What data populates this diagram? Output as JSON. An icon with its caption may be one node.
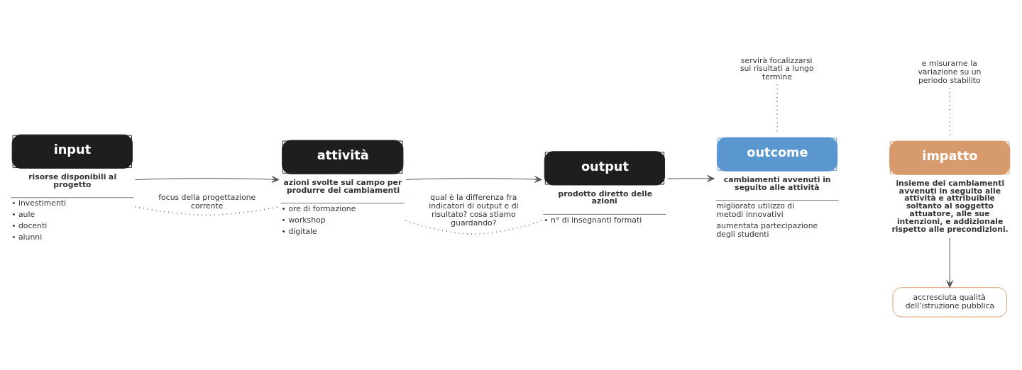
{
  "diagram": {
    "nodes": [
      {
        "text": [
          "input"
        ],
        "beside": [
          "risorse disponibili al progetto",
          "• investimenti",
          "• aule",
          "• docenti",
          "• alunni"
        ]
      },
      {
        "text": [
          "attività"
        ],
        "beside": [
          "azioni svolte sul campo per produrre dei cambiamenti",
          "• ore di formazione",
          "• workshop",
          "• digitale"
        ]
      },
      {
        "text": [
          "output"
        ],
        "beside": [
          "prodotto diretto delle azioni",
          "• n° di insegnanti formati"
        ]
      },
      {
        "text": [
          "outcome"
        ],
        "beside": [
          "cambiamenti avvenuti in seguito alle attività",
          "migliorato utilizzo di metodi innovativi",
          "aumentata partecipazione degli studenti"
        ]
      },
      {
        "text": [
          "impatto"
        ],
        "beside": [
          "insieme dei cambiamenti avvenuti in seguito alle attività e attribuibile soltanto al soggetto attuatore, alle sue intenzioni, e addizionale rispetto alle precondizioni."
        ]
      },
      {
        "text": [
          "servirà focalizzarsi sui risultati a lungo termine"
        ]
      },
      {
        "text": [
          "e misurarne la variazione su un periodo stabilito"
        ]
      },
      {
        "text": [
          "accresciuta qualità dell’istruzione pubblica"
        ]
      }
    ],
    "edges": [
      {
        "from": 0,
        "to": 1,
        "arrow": "to"
      },
      {
        "from": 1,
        "to": 2,
        "arrow": "to"
      },
      {
        "from": 2,
        "to": 3,
        "arrow": "to"
      },
      {
        "from": 0,
        "to": 1,
        "arrow": "none",
        "style": "dashed",
        "label": "focus della progettazione corrente"
      },
      {
        "from": 1,
        "to": 2,
        "arrow": "none",
        "style": "dashed",
        "label": "qual è la differenza fra indicatori di output e di risultato? cosa stiamo guardando?"
      },
      {
        "from": 5,
        "to": 3,
        "arrow": "none",
        "style": "dashed"
      },
      {
        "from": 6,
        "to": 4,
        "arrow": "none",
        "style": "dashed"
      },
      {
        "from": 4,
        "to": 7,
        "arrow": "to"
      }
    ]
  }
}
